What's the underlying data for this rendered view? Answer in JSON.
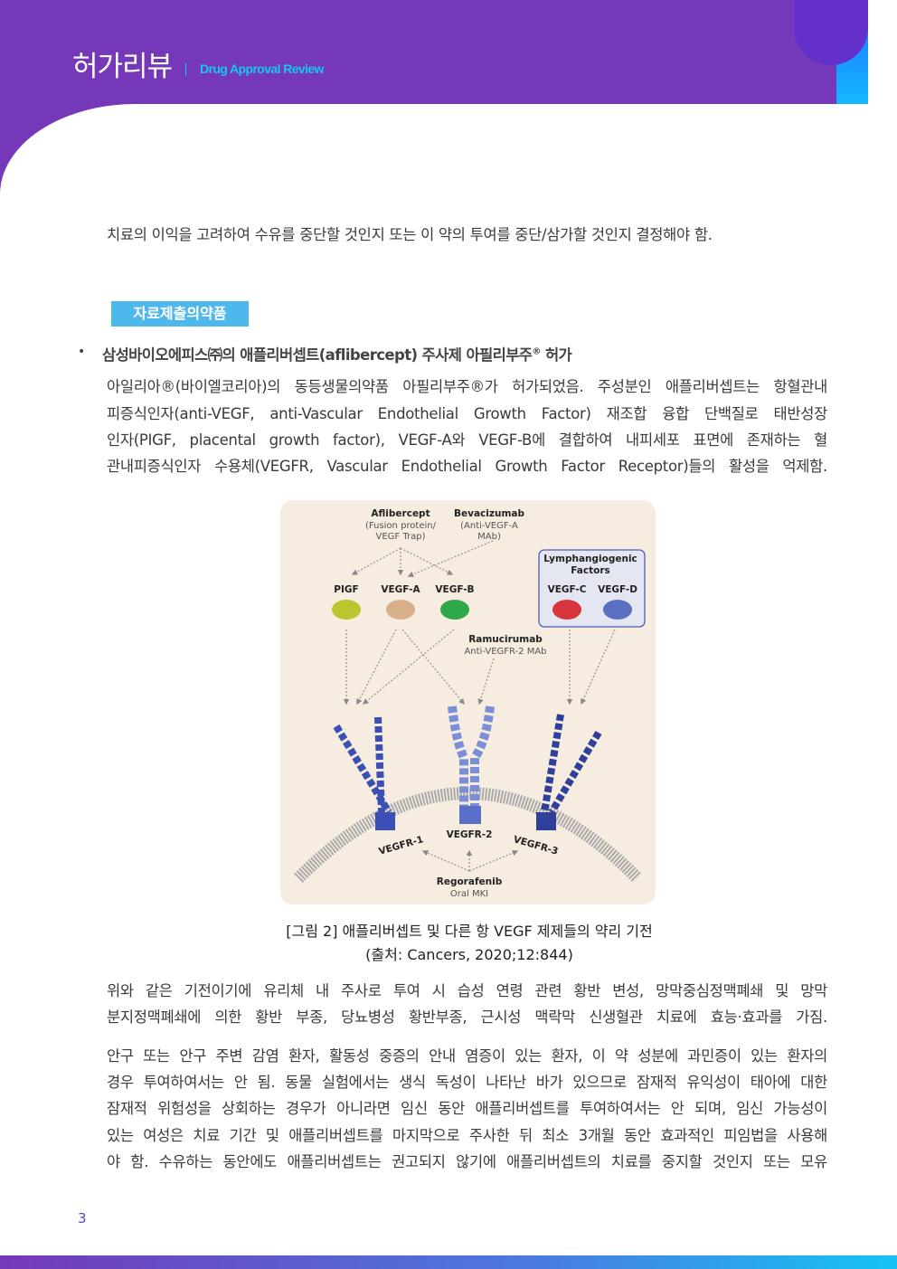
{
  "header": {
    "title": "허가리뷰",
    "subtitle": "Drug Approval Review"
  },
  "intro_line": "치료의 이익을 고려하여 수유를 중단할 것인지 또는 이 약의 투여를 중단/삼가할 것인지 결정해야 함.",
  "section_badge": "자료제출의약품",
  "bullet_heading": {
    "text": "삼성바이오에피스㈜의 애플리버셉트(aflibercept) 주사제 아필리부주",
    "reg": "®",
    "suffix": " 허가"
  },
  "paragraph1": [
    "아일리아®(바이엘코리아)의 동등생물의약품 아필리부주®가 허가되었음. 주성분인 애플리버셉트는 항혈관내",
    "피증식인자(anti-VEGF, anti-Vascular Endothelial Growth Factor) 재조합 융합 단백질로 태반성장",
    "인자(PIGF, placental growth factor), VEGF-A와 VEGF-B에 결합하여 내피세포 표면에 존재하는 혈",
    "관내피증식인자 수용체(VEGFR, Vascular Endothelial Growth Factor Receptor)들의 활성을 억제함."
  ],
  "figure": {
    "aflibercept": "Aflibercept",
    "aflibercept_sub1": "(Fusion protein/",
    "aflibercept_sub2": "VEGF Trap)",
    "bevacizumab": "Bevacizumab",
    "bevacizumab_sub1": "(Anti-VEGF-A",
    "bevacizumab_sub2": "MAb)",
    "lymph1": "Lymphangiogenic",
    "lymph2": "Factors",
    "pigf": "PIGF",
    "vegfa": "VEGF-A",
    "vegfb": "VEGF-B",
    "vegfc": "VEGF-C",
    "vegfd": "VEGF-D",
    "ramucirumab": "Ramucirumab",
    "ramucirumab_sub": "Anti-VEGFR-2 MAb",
    "vegfr1": "VEGFR-1",
    "vegfr2": "VEGFR-2",
    "vegfr3": "VEGFR-3",
    "regorafenib": "Regorafenib",
    "regorafenib_sub": "Oral MKI",
    "colors": {
      "pigf": "#b8c630",
      "vegfa": "#d9b08c",
      "vegfb": "#2fa84a",
      "vegfc": "#d8363e",
      "vegfd": "#5b6fc0",
      "receptor": "#3c4fb5"
    }
  },
  "caption": {
    "line1": "[그림 2] 애플리버셉트 및 다른 항 VEGF 제제들의 약리 기전",
    "line2": "(출처: Cancers, 2020;12:844)"
  },
  "paragraph2": [
    "위와 같은 기전이기에 유리체 내 주사로 투여 시 습성 연령 관련 황반 변성, 망막중심정맥폐쇄 및 망막",
    "분지정맥폐쇄에 의한 황반 부종, 당뇨병성 황반부종, 근시성 맥락막 신생혈관 치료에 효능·효과를 가짐."
  ],
  "paragraph3": [
    "안구 또는 안구 주변 감염 환자, 활동성 중증의 안내 염증이 있는 환자, 이 약 성분에 과민증이 있는 환자의",
    "경우 투여하여서는 안 됨. 동물 실험에서는 생식 독성이 나타난 바가 있으므로 잠재적 유익성이 태아에 대한",
    "잠재적 위험성을 상회하는 경우가 아니라면 임신 동안 애플리버셉트를 투여하여서는 안 되며, 임신 가능성이",
    "있는 여성은 치료 기간 및 애플리버셉트를 마지막으로 주사한 뒤 최소 3개월 동안 효과적인 피임법을 사용해",
    "야 함. 수유하는 동안에도 애플리버셉트는 권고되지 않기에 애플리버셉트의 치료를 중지할 것인지 또는 모유"
  ],
  "page_number": "3"
}
